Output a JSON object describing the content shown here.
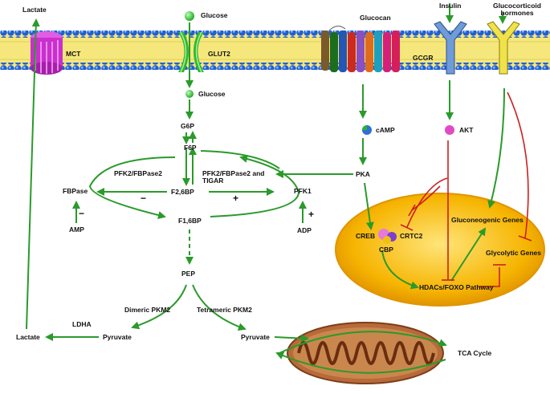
{
  "membrane": {
    "transporters": [
      "MCT",
      "GLUT2",
      "GCGR"
    ],
    "extracellular": [
      "Lactate",
      "Glucose",
      "Glucocan",
      "Insulin",
      "Glucocorticoid hormones"
    ]
  },
  "pathway": {
    "glucose_in": "Glucose",
    "g6p": "G6P",
    "f6p": "F6P",
    "pfk2_fbpase2": "PFK2/FBPase2",
    "pfk2_tigar": "PFK2/FBPase2 and TIGAR",
    "f26bp": "F2,6BP",
    "fbpase": "FBPase",
    "amp": "AMP",
    "pfk1": "PFK1",
    "adp": "ADP",
    "f16bp": "F1,6BP",
    "pep": "PEP",
    "dimeric": "Dimeric PKM2",
    "tetrameric": "Tetrameric PKM2",
    "ldha": "LDHA",
    "lactate_in": "Lactate",
    "pyruvate_left": "Pyruvate",
    "pyruvate_right": "Pyruvate",
    "tca": "TCA Cycle"
  },
  "signaling": {
    "camp": "cAMP",
    "akt": "AKT",
    "pka": "PKA"
  },
  "nucleus": {
    "creb": "CREB",
    "crtc2": "CRTC2",
    "cbp": "CBP",
    "hdacs": "HDACs/FOXO Pathway",
    "gluconeogenic": "Gluconeogenic Genes",
    "glycolytic": "Glycolytic Genes"
  },
  "signs": {
    "minus_fbpase": "−",
    "minus_f26": "−",
    "plus_f26": "+",
    "plus_adp": "+"
  },
  "colors": {
    "arrow": "#2a9a2a",
    "inhibit": "#cc1f1f",
    "membrane_bead": "#1f5fd6",
    "membrane_core": "#f3e36a",
    "nucleus": "#f2a900",
    "mcT": "#d23ad6",
    "glut2": "#35c435",
    "insulin_receptor": "#6f9bd8",
    "gc_receptor": "#f0e24a"
  },
  "icons": [
    "mct-transporter-icon",
    "glut2-transporter-icon",
    "gcgr-receptor-icon",
    "insulin-receptor-icon",
    "glucocorticoid-receptor-icon",
    "mitochondrion-icon",
    "nucleus-icon"
  ]
}
